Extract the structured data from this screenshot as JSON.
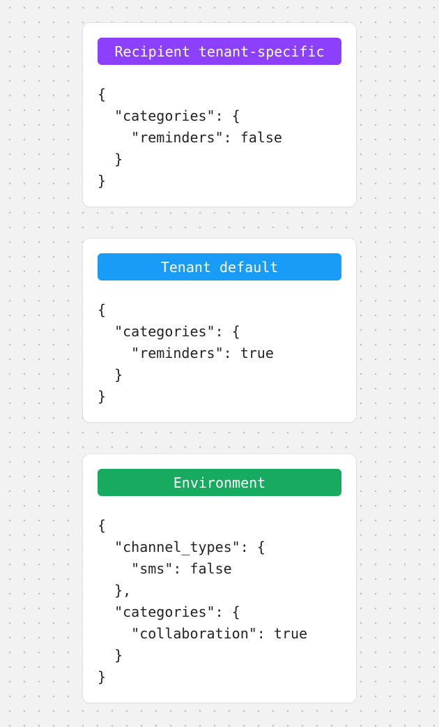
{
  "background": {
    "color": "#f2f2f3",
    "dot_color": "#c2c2c6"
  },
  "cards": [
    {
      "badge": {
        "label": "Recipient tenant-specific",
        "color": "#8c40fb"
      },
      "code": "{\n  \"categories\": {\n    \"reminders\": false\n  }\n}"
    },
    {
      "badge": {
        "label": "Tenant default",
        "color": "#189cf8"
      },
      "code": "{\n  \"categories\": {\n    \"reminders\": true\n  }\n}"
    },
    {
      "badge": {
        "label": "Environment",
        "color": "#16ab5e"
      },
      "code": "{\n  \"channel_types\": {\n    \"sms\": false\n  },\n  \"categories\": {\n    \"collaboration\": true\n  }\n}"
    }
  ]
}
